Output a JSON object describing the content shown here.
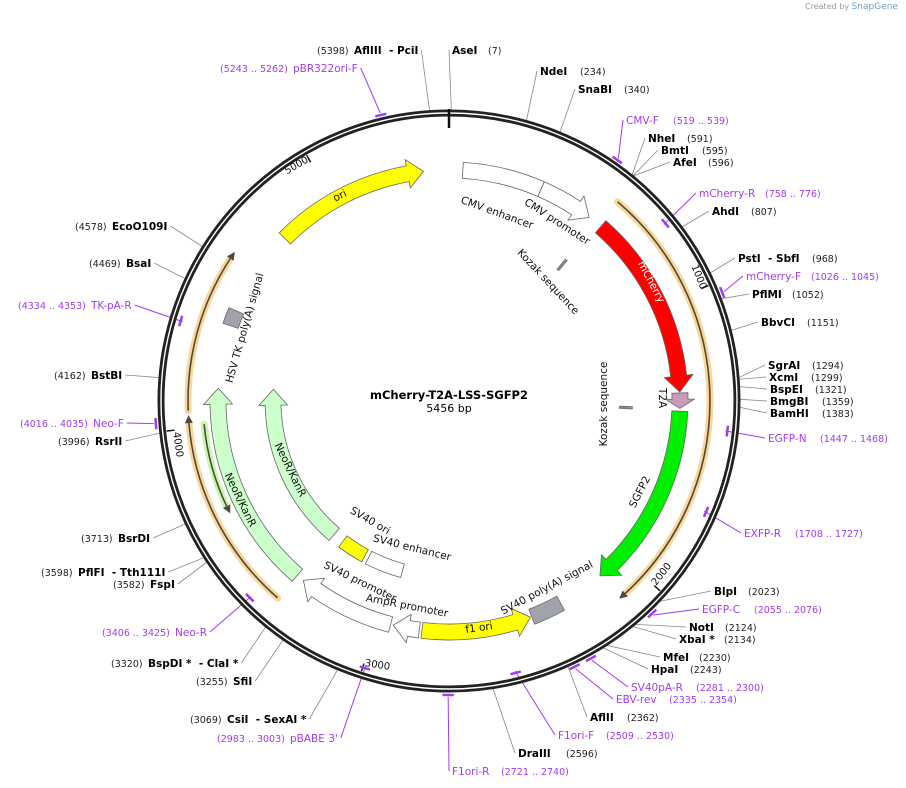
{
  "credit": {
    "prefix": "Created by",
    "brand": "SnapGene"
  },
  "plasmid": {
    "name": "mCherry-T2A-LSS-SGFP2",
    "size_label": "5456 bp",
    "length_bp": 5456
  },
  "colors": {
    "backbone": "#222222",
    "primer": "#a03cf0",
    "leader": "#888888",
    "orf": "#fcd59a"
  },
  "ticks": [
    {
      "bp": 1000,
      "label": "1000"
    },
    {
      "bp": 2000,
      "label": "2000"
    },
    {
      "bp": 3000,
      "label": "3000"
    },
    {
      "bp": 4000,
      "label": "4000"
    },
    {
      "bp": 5000,
      "label": "5000"
    }
  ],
  "features": [
    {
      "name": "CMV enhancer",
      "start": 52,
      "end": 356,
      "direction": "none",
      "color": "#ffffff",
      "kind": "box"
    },
    {
      "name": "CMV promoter",
      "start": 356,
      "end": 566,
      "direction": "forward",
      "color": "#ffffff",
      "kind": "arrow"
    },
    {
      "name": "Kozak sequence",
      "start": 598,
      "end": 606,
      "direction": "none",
      "color": "#888888",
      "kind": "mark"
    },
    {
      "name": "mCherry",
      "start": 622,
      "end": 1330,
      "direction": "forward",
      "color": "#ff0000",
      "kind": "arrow"
    },
    {
      "name": "T2A",
      "start": 1334,
      "end": 1392,
      "direction": "forward",
      "color": "#cc99bb",
      "kind": "arrow"
    },
    {
      "name": "Kozak sequence",
      "start": 1392,
      "end": 1400,
      "direction": "none",
      "color": "#888888",
      "kind": "mark"
    },
    {
      "name": "SGFP2",
      "start": 1402,
      "end": 2110,
      "direction": "forward",
      "color": "#00ee00",
      "kind": "arrow"
    },
    {
      "name": "SV40 poly(A) signal",
      "start": 2290,
      "end": 2410,
      "direction": "none",
      "color": "#a0a4aa",
      "kind": "box"
    },
    {
      "name": "f1 ori",
      "start": 2415,
      "end": 2830,
      "direction": "reverse",
      "color": "#ffff00",
      "kind": "arrow"
    },
    {
      "name": "AmpR promoter",
      "start": 2840,
      "end": 2940,
      "direction": "forward",
      "color": "#ffffff",
      "kind": "arrow"
    },
    {
      "name": "SV40 promoter",
      "start": 2950,
      "end": 3320,
      "direction": "forward",
      "color": "#ffffff",
      "kind": "arrow"
    },
    {
      "name": "SV40 enhancer",
      "start": 2960,
      "end": 3140,
      "direction": "none",
      "color": "#ffffff",
      "kind": "box"
    },
    {
      "name": "SV40 ori",
      "start": 3160,
      "end": 3290,
      "direction": "none",
      "color": "#ffff00",
      "kind": "box"
    },
    {
      "name": "NeoR/KanR",
      "start": 3345,
      "end": 4150,
      "direction": "forward",
      "color": "#ccffcc",
      "kind": "arrow"
    },
    {
      "name": "NeoR/KanR",
      "start": 3350,
      "end": 4140,
      "direction": "forward",
      "color": "#ccffcc",
      "kind": "arrow"
    },
    {
      "name": "HSV TK poly(A) signal",
      "start": 4380,
      "end": 4440,
      "direction": "none",
      "color": "#a0a4aa",
      "kind": "box"
    },
    {
      "name": "ori",
      "start": 4770,
      "end": 5360,
      "direction": "forward",
      "color": "#ffff00",
      "kind": "arrow"
    }
  ],
  "orfs": [
    {
      "start": 610,
      "end": 2111,
      "direction": "forward",
      "color": "#fcd59a"
    },
    {
      "start": 3350,
      "end": 4045,
      "direction": "forward",
      "color": "#fcd59a"
    },
    {
      "start": 4060,
      "end": 4620,
      "direction": "forward",
      "color": "#fcd59a"
    },
    {
      "start": 3680,
      "end": 4010,
      "direction": "reverse",
      "color": "#c8f5b0"
    }
  ],
  "enzymes": [
    {
      "name": "AseI",
      "pos": "(7)",
      "bp": 7
    },
    {
      "name": "NdeI",
      "pos": "(234)",
      "bp": 234
    },
    {
      "name": "SnaBI",
      "pos": "(340)",
      "bp": 340
    },
    {
      "name": "NheI",
      "pos": "(591)",
      "bp": 591
    },
    {
      "name": "BmtI",
      "pos": "(595)",
      "bp": 595
    },
    {
      "name": "AfeI",
      "pos": "(596)",
      "bp": 596
    },
    {
      "name": "AhdI",
      "pos": "(807)",
      "bp": 807
    },
    {
      "name": "PstI  - SbfI",
      "pos": "(968)",
      "bp": 968
    },
    {
      "name": "PflMI",
      "pos": "(1052)",
      "bp": 1052
    },
    {
      "name": "BbvCI",
      "pos": "(1151)",
      "bp": 1151
    },
    {
      "name": "SgrAI",
      "pos": "(1294)",
      "bp": 1294
    },
    {
      "name": "XcmI",
      "pos": "(1299)",
      "bp": 1299
    },
    {
      "name": "BspEI",
      "pos": "(1321)",
      "bp": 1321
    },
    {
      "name": "BmgBI",
      "pos": "(1359)",
      "bp": 1359
    },
    {
      "name": "BamHI",
      "pos": "(1383)",
      "bp": 1383
    },
    {
      "name": "BlpI",
      "pos": "(2023)",
      "bp": 2023
    },
    {
      "name": "NotI",
      "pos": "(2124)",
      "bp": 2124
    },
    {
      "name": "XbaI *",
      "pos": "(2134)",
      "bp": 2134
    },
    {
      "name": "MfeI",
      "pos": "(2230)",
      "bp": 2230
    },
    {
      "name": "HpaI",
      "pos": "(2243)",
      "bp": 2243
    },
    {
      "name": "AflII",
      "pos": "(2362)",
      "bp": 2362
    },
    {
      "name": "DraIII",
      "pos": "(2596)",
      "bp": 2596
    },
    {
      "name": "CsiI  - SexAI *",
      "pos": "(3069)",
      "bp": 3069
    },
    {
      "name": "SfiI",
      "pos": "(3255)",
      "bp": 3255
    },
    {
      "name": "BspDI *  - ClaI *",
      "pos": "(3320)",
      "bp": 3320
    },
    {
      "name": "FspI",
      "pos": "(3582)",
      "bp": 3582
    },
    {
      "name": "PflFI  - Tth111I",
      "pos": "(3598)",
      "bp": 3598
    },
    {
      "name": "BsrDI",
      "pos": "(3713)",
      "bp": 3713
    },
    {
      "name": "RsrII",
      "pos": "(3996)",
      "bp": 3996
    },
    {
      "name": "BstBI",
      "pos": "(4162)",
      "bp": 4162
    },
    {
      "name": "BsaI",
      "pos": "(4469)",
      "bp": 4469
    },
    {
      "name": "EcoO109I",
      "pos": "(4578)",
      "bp": 4578
    },
    {
      "name": "AflIII  - PciI",
      "pos": "(5398)",
      "bp": 5398
    }
  ],
  "primers": [
    {
      "name": "CMV-F",
      "range": "(519 .. 539)",
      "start": 519,
      "end": 539
    },
    {
      "name": "mCherry-R",
      "range": "(758 .. 776)",
      "start": 758,
      "end": 776
    },
    {
      "name": "mCherry-F",
      "range": "(1026 .. 1045)",
      "start": 1026,
      "end": 1045
    },
    {
      "name": "EGFP-N",
      "range": "(1447 .. 1468)",
      "start": 1447,
      "end": 1468
    },
    {
      "name": "EXFP-R",
      "range": "(1708 .. 1727)",
      "start": 1708,
      "end": 1727
    },
    {
      "name": "EGFP-C",
      "range": "(2055 .. 2076)",
      "start": 2055,
      "end": 2076
    },
    {
      "name": "SV40pA-R",
      "range": "(2281 .. 2300)",
      "start": 2281,
      "end": 2300
    },
    {
      "name": "EBV-rev",
      "range": "(2335 .. 2354)",
      "start": 2335,
      "end": 2354
    },
    {
      "name": "F1ori-F",
      "range": "(2509 .. 2530)",
      "start": 2509,
      "end": 2530
    },
    {
      "name": "F1ori-R",
      "range": "(2721 .. 2740)",
      "start": 2721,
      "end": 2740
    },
    {
      "name": "pBABE 3'",
      "range": "(2983 .. 3003)",
      "start": 2983,
      "end": 3003
    },
    {
      "name": "Neo-R",
      "range": "(3406 .. 3425)",
      "start": 3406,
      "end": 3425
    },
    {
      "name": "Neo-F",
      "range": "(4016 .. 4035)",
      "start": 4016,
      "end": 4035
    },
    {
      "name": "TK-pA-R",
      "range": "(4334 .. 4353)",
      "start": 4334,
      "end": 4353
    },
    {
      "name": "pBR322ori-F",
      "range": "(5243 .. 5262)",
      "start": 5243,
      "end": 5262
    }
  ]
}
